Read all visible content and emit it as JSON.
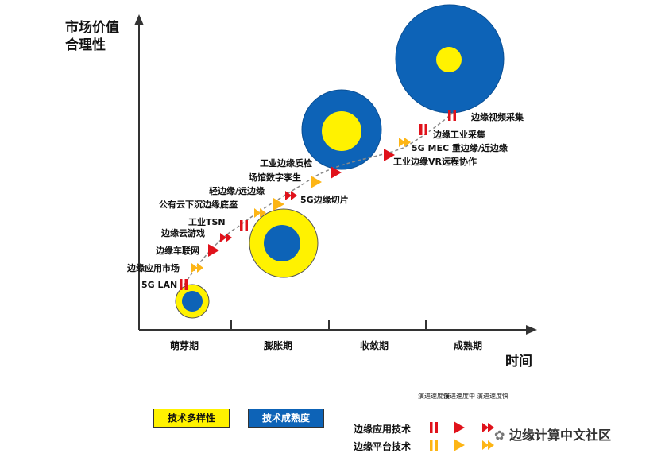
{
  "axis": {
    "y_label_line1": "市场价值",
    "y_label_line2": "合理性",
    "x_label": "时间"
  },
  "stages": [
    "萌芽期",
    "膨胀期",
    "收敛期",
    "成熟期"
  ],
  "items": [
    {
      "label": "5G LAN",
      "marker": "pause-red"
    },
    {
      "label": "边缘应用市场",
      "marker": "double-yellow"
    },
    {
      "label": "边缘车联网",
      "marker": "triangle-red"
    },
    {
      "label": "边缘云游戏",
      "marker": "double-red"
    },
    {
      "label": "工业TSN",
      "marker": "pause-red"
    },
    {
      "label": "公有云下沉边缘底座",
      "marker": "double-yellow"
    },
    {
      "label": "轻边缘/远边缘",
      "marker": "triangle-yellow"
    },
    {
      "label": "5G边缘切片",
      "marker": "double-red"
    },
    {
      "label": "场馆数字孪生",
      "marker": "triangle-yellow"
    },
    {
      "label": "工业边缘质检",
      "marker": "triangle-red"
    },
    {
      "label": "工业边缘VR远程协作",
      "marker": "triangle-red"
    },
    {
      "label": "5G MEC 重边缘/近边缘",
      "marker": "double-yellow"
    },
    {
      "label": "边缘工业采集",
      "marker": "pause-red"
    },
    {
      "label": "边缘视频采集",
      "marker": "pause-red"
    }
  ],
  "legend": {
    "diversity": "技术多样性",
    "maturity": "技术成熟度",
    "speed_slow": "演进速度慢",
    "speed_mid": "演进速度中",
    "speed_fast": "演进速度快",
    "app_row": "边缘应用技术",
    "platform_row": "边缘平台技术"
  },
  "watermark": "边缘计算中文社区",
  "colors": {
    "yellow": "#FFF200",
    "blue": "#0D63B7",
    "red": "#E0121B",
    "orange": "#FDB515",
    "axis": "#333333"
  }
}
